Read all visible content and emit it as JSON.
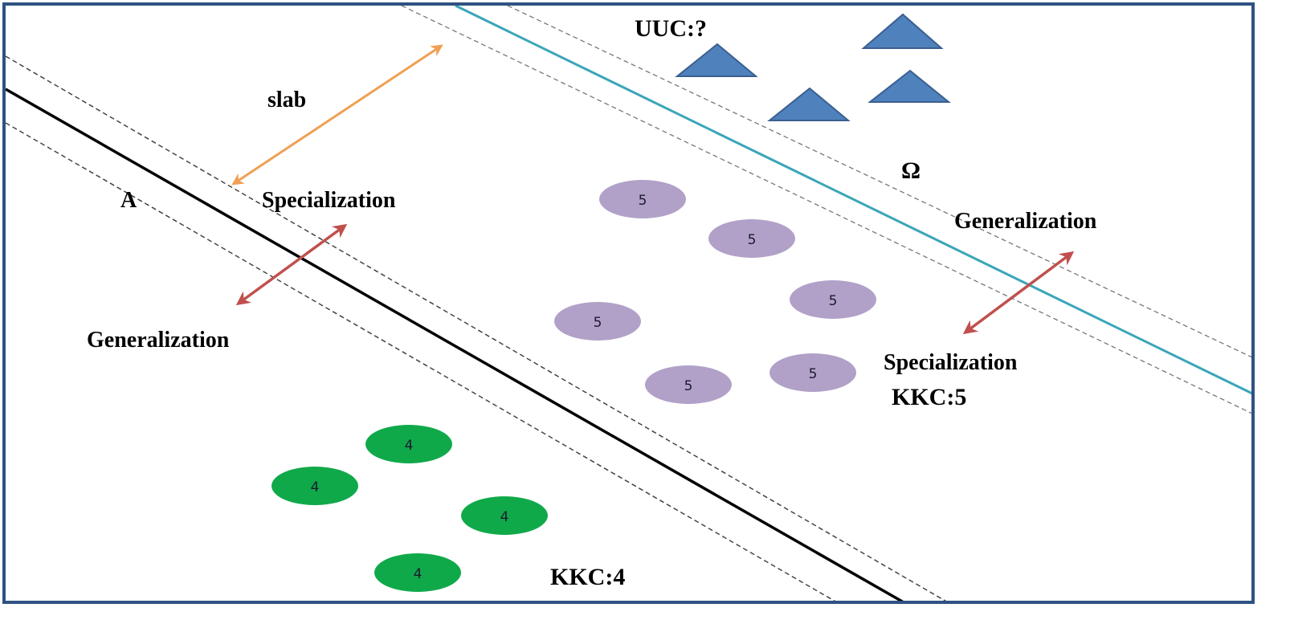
{
  "figure": {
    "labels": {
      "slab": "slab",
      "region_a": "A",
      "omega": "Ω",
      "uuc": "UUC:?",
      "left_specialization": "Specialization",
      "left_generalization": "Generalization",
      "right_generalization": "Generalization",
      "right_specialization": "Specialization",
      "kkc5": "KKC:5",
      "kkc4": "KKC:4"
    },
    "classes": {
      "kkc5": {
        "label": "5",
        "count": 6,
        "color": "#b1a1c8"
      },
      "kkc4": {
        "label": "4",
        "count": 4,
        "color": "#10a94a"
      },
      "uuc": {
        "shape": "triangle",
        "count": 4,
        "color": "#4f81bd"
      }
    },
    "nodes_kkc5": [
      "5",
      "5",
      "5",
      "5",
      "5",
      "5"
    ],
    "nodes_kkc4": [
      "4",
      "4",
      "4",
      "4"
    ],
    "colors": {
      "border": "#2e5283",
      "boundary_a": "#000000",
      "boundary_omega": "#3aa6b9",
      "dashed": "#444444",
      "slab_arrow": "#f0a055",
      "move_arrow": "#c0504d",
      "triangle_stroke": "#3a5f8f"
    }
  }
}
